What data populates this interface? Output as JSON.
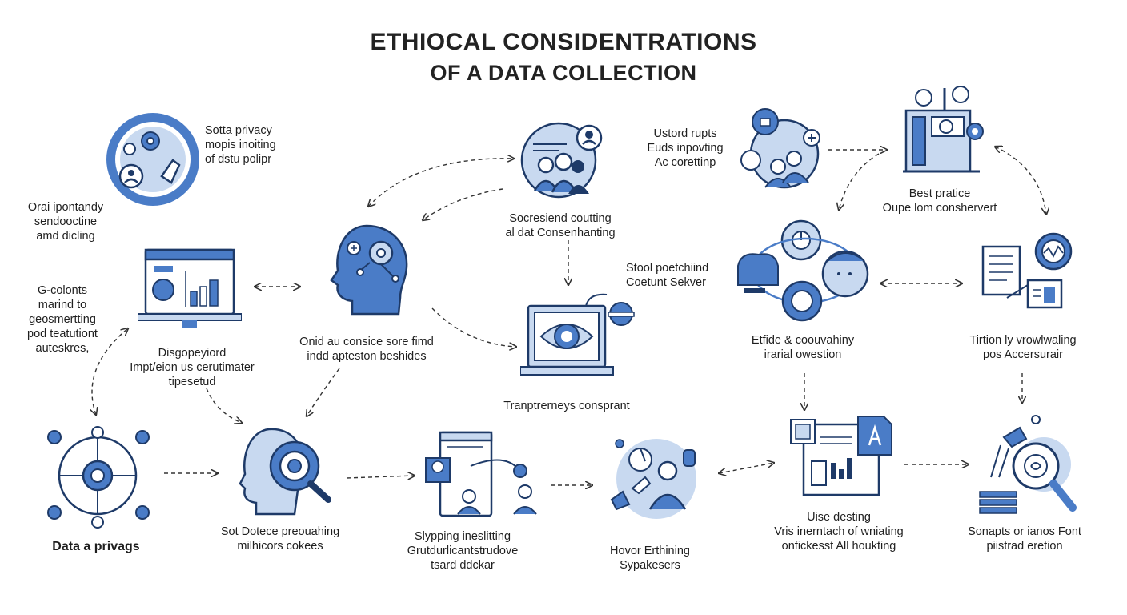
{
  "title": {
    "line1": "ETHIOCAL CONSIDENTRATIONS",
    "line2": "OF A DATA COLLECTION"
  },
  "colors": {
    "primary": "#4a7cc7",
    "light": "#c8d9f0",
    "dark": "#1e3a68",
    "line": "#333333"
  },
  "labels": {
    "privacy_top": "Sotta privacy\nmopis inoiting\nof dstu polipr",
    "left_top": "Orai ipontandy\nsendooctine\namd dicling",
    "consent": "Socresiend coutting\nal dat Consenhanting",
    "user_rights": "Ustord rupts\nEuds inpovting\nAc corettinp",
    "best_practice": "Best pratice\nOupe lom conshervert",
    "left_mid": "G-colonts\nmarind to\ngeosmertting\npod teatutiont\nauteskres,",
    "dashboard": "Disgopeyiord\nImpt/eion us cerutimater\ntipesetud",
    "mind": "Onid au consice sore fimd\nindd apteston beshides",
    "content_server": "Stool poetchiind\nCoetunt Sekver",
    "transparency": "Tranptrerneys consprant",
    "ethics": "Etfide & coouvahiny\nirarial owestion",
    "tiration": "Tirtion ly vrowlwaling\npos Accersurair",
    "data_privacy": "Data a privags",
    "protect": "Sot Dotece preouahing\nmilhicors cokees",
    "shopping": "Slypping ineslitting\nGrutdurlicantstrudove\ntsard ddckar",
    "honor": "Hovor Erthining\nSypakesers",
    "use_desting": "Uise desting\nVris inerntach of wniating\nonfickesst All houkting",
    "sonapts": "Sonapts or ianos Font\npiistrad eretion"
  }
}
